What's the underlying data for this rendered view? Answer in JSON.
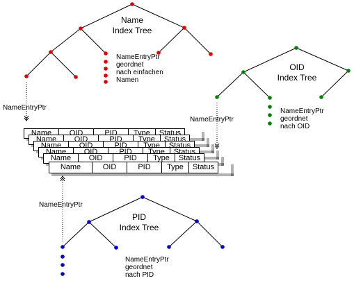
{
  "colors": {
    "name_tree": "#e00000",
    "oid_tree": "#008000",
    "pid_tree": "#0000c8",
    "line": "#000000"
  },
  "name_tree": {
    "title_line1": "Name",
    "title_line2": "Index Tree",
    "note": [
      "NameEntryPtr",
      "geordnet",
      "nach einfachen",
      "Namen"
    ],
    "pointer_label": "NameEntryPtr"
  },
  "oid_tree": {
    "title_line1": "OID",
    "title_line2": "Index Tree",
    "note": [
      "NameEntryPtr",
      "geordnet",
      "nach OID"
    ],
    "pointer_label": "NameEntryPtr"
  },
  "pid_tree": {
    "title_line1": "PID",
    "title_line2": "Index Tree",
    "note": [
      "NameEntryPtr",
      "geordnet",
      "nach PID"
    ],
    "pointer_label": "NameEntryPtr"
  },
  "record": {
    "fields": [
      "Name",
      "OID",
      "PID",
      "Type",
      "Status"
    ]
  }
}
